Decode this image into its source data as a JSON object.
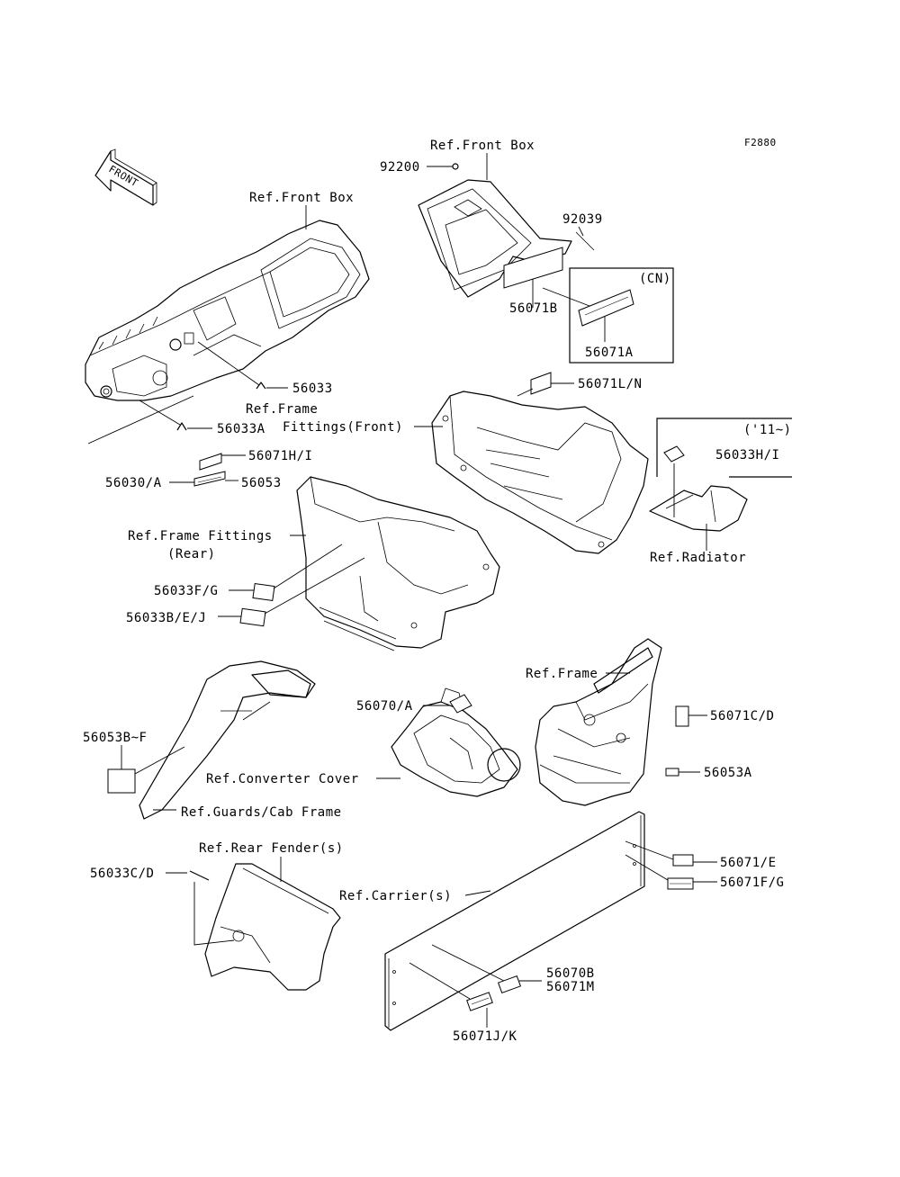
{
  "figure_code": "F2880",
  "front_arrow_label": "FRONT",
  "labels": {
    "ref_front_box_top": "Ref.Front Box",
    "ref_front_box_left": "Ref.Front Box",
    "p92200": "92200",
    "p92039": "92039",
    "cn": "(CN)",
    "p56071B": "56071B",
    "p56071A": "56071A",
    "p56033": "56033",
    "ref_frame_fittings_front_1": "Ref.Frame",
    "ref_frame_fittings_front_2": "Fittings(Front)",
    "p56033A": "56033A",
    "p56071LN": "56071L/N",
    "year11": "('11~)",
    "p56033HI": "56033H/I",
    "p56071HI": "56071H/I",
    "p56030A": "56030/A",
    "p56053": "56053",
    "ref_frame_fittings_rear_1": "Ref.Frame Fittings",
    "ref_frame_fittings_rear_2": "(Rear)",
    "ref_radiator": "Ref.Radiator",
    "p56033FG": "56033F/G",
    "p56033BEJ": "56033B/E/J",
    "p56070A": "56070/A",
    "ref_frame": "Ref.Frame",
    "p56071CD": "56071C/D",
    "p56053BF": "56053B~F",
    "ref_converter_cover": "Ref.Converter Cover",
    "p56053A": "56053A",
    "ref_guards_cab_frame": "Ref.Guards/Cab Frame",
    "ref_rear_fender": "Ref.Rear Fender(s)",
    "p56033CD": "56033C/D",
    "p56071E": "56071/E",
    "p56071FG": "56071F/G",
    "ref_carrier": "Ref.Carrier(s)",
    "p56070B": "56070B",
    "p56071M": "56071M",
    "p56071JK": "56071J/K"
  }
}
